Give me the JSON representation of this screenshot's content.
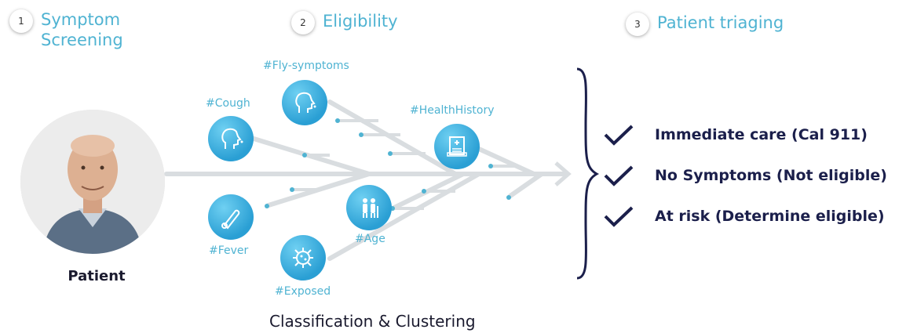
{
  "steps": [
    {
      "number": "1",
      "title": "Symptom Screening"
    },
    {
      "number": "2",
      "title": "Eligibility"
    },
    {
      "number": "3",
      "title": "Patient triaging"
    }
  ],
  "patient": {
    "label": "Patient"
  },
  "factors": {
    "cough": {
      "label": "#Cough",
      "icon": "cough-icon"
    },
    "flu": {
      "label": "#Fly-symptoms",
      "icon": "head-symptom-icon"
    },
    "health_history": {
      "label": "#HealthHistory",
      "icon": "medical-document-icon"
    },
    "fever": {
      "label": "#Fever",
      "icon": "thermometer-icon"
    },
    "age": {
      "label": "#Age",
      "icon": "elderly-couple-icon"
    },
    "exposed": {
      "label": "#Exposed",
      "icon": "virus-icon"
    }
  },
  "outcomes": [
    {
      "label": "Immediate care (Cal 911)"
    },
    {
      "label": "No Symptoms (Not eligible)"
    },
    {
      "label": "At risk (Determine eligible)"
    }
  ],
  "caption": "Classification & Clustering",
  "colors": {
    "accent": "#4fb3d2",
    "icon_fill": "#2a9fd4",
    "text_dark": "#1b1f4b",
    "line": "#d9dde0"
  }
}
